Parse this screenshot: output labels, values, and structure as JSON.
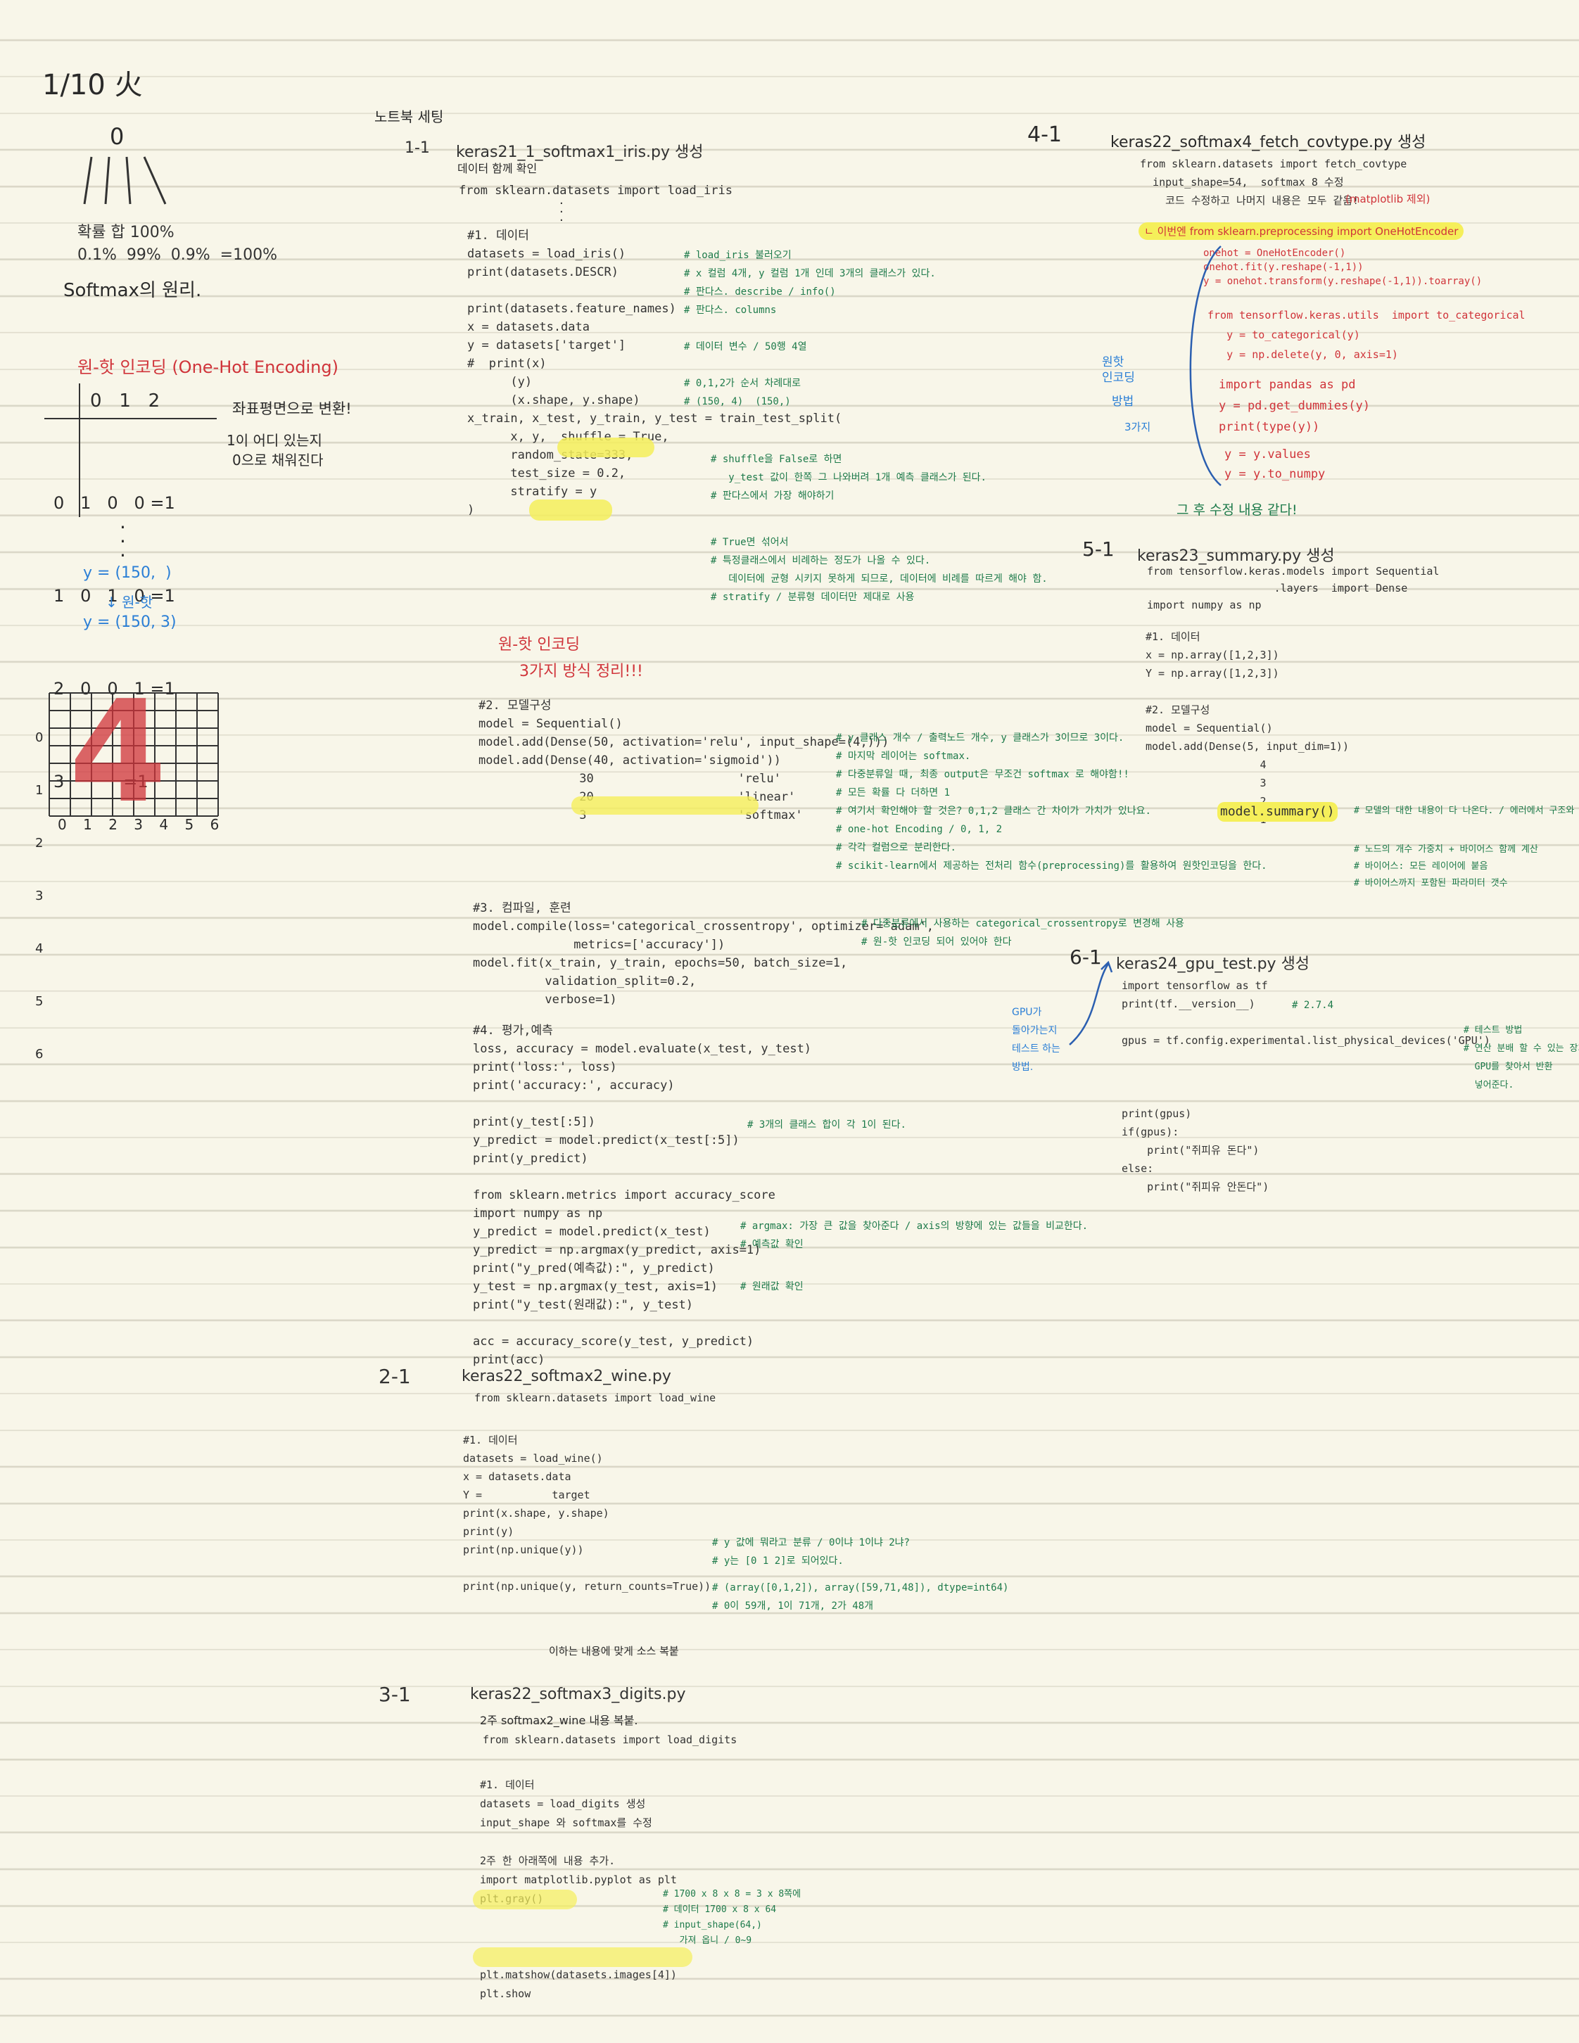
{
  "left": {
    "date": "1/10 火",
    "zero": "0",
    "probs_label": "확률 합 100%",
    "probs": "0.1%  99%  0.9%  =100%",
    "softmax_summary": "Softmax의 원리.",
    "onehot_title": "원-핫 인코딩 (One-Hot Encoding)",
    "onehot_header": "0   1   2",
    "onehot_rows": [
      "0   1   0   0 =1",
      "1   0   1   0 =1",
      "2   0   0   1 =1",
      "3           =1"
    ],
    "onehot_note1": "좌표평면으로 변환!",
    "onehot_note2": "1이 어디 있는지",
    "onehot_note3": "0으로 채워진다",
    "shape_before": "y = (150,  )",
    "shape_arrow": "↓ 원-핫",
    "shape_after": "y = (150, 3)",
    "grid_y_labels": [
      "0",
      "1",
      "2",
      "3",
      "4",
      "5",
      "6"
    ],
    "grid_x_labels": [
      "0",
      "1",
      "2",
      "3",
      "4",
      "5",
      "6"
    ],
    "grid_digit": "4"
  },
  "sections": {
    "header": "노트북 세팅",
    "s1_num": "1-1",
    "s1_title": "keras21_1_softmax1_iris.py 생성",
    "s1_sub": "데이터 함께 확인",
    "s1_import": "from sklearn.datasets import load_iris",
    "s1_code": "#1. 데이터\ndatasets = load_iris()\nprint(datasets.DESCR)\n\nprint(datasets.feature_names)\nx = datasets.data\ny = datasets['target']\n#  print(x)\n      (y)\n      (x.shape, y.shape)\nx_train, x_test, y_train, y_test = train_test_split(\n      x, y,  shuffle = True,\n      random_state=333,\n      test_size = 0.2,\n      stratify = y\n)",
    "s1_cm": "# load_iris 불러오기\n# x 컬럼 4개, y 컬럼 1개 인데 3개의 클래스가 있다.\n# 판다스. describe / info()\n# 판다스. columns\n\n# 데이터 변수 / 50행 4열\n\n# 0,1,2가 순서 차례대로\n# (150, 4)  (150,)",
    "s1_cm2": "# shuffle을 False로 하면\n   y_test 값이 한쪽 그 나와버려 1개 예측 클래스가 된다.\n# 판다스에서 가장 해야하기",
    "s1_cm3": "# True면 섞어서\n# 특정클래스에서 비례하는 정도가 나올 수 있다.\n   데이터에 균형 시키지 못하게 되므로, 데이터에 비례를 따르게 해야 함.\n# stratify / 분류형 데이터만 제대로 사용",
    "onehot_red1": "원-핫 인코딩",
    "onehot_red2": "3가지 방식 정리!!!",
    "s1_model": "#2. 모델구성\nmodel = Sequential()\nmodel.add(Dense(50, activation='relu', input_shape=(4,)))\nmodel.add(Dense(40, activation='sigmoid'))\n              30                    'relu'\n              20                    'linear'\n              3                     'softmax'",
    "s1_model_cm": "# y 클래스 개수 / 출력노드 개수, y 클래스가 3이므로 3이다.\n# 마지막 레이어는 softmax.\n# 다중분류일 때, 최종 output은 무조건 softmax 로 해야함!!\n# 모든 확률 다 더하면 1\n# 여기서 확인해야 할 것은? 0,1,2 클래스 간 차이가 가치가 있나요.\n# one-hot Encoding / 0, 1, 2\n# 각각 컬럼으로 분리한다.\n# scikit-learn에서 제공하는 전처리 함수(preprocessing)를 활용하여 원핫인코딩을 한다.",
    "s1_compile": "#3. 컴파일, 훈련\nmodel.compile(loss='categorical_crossentropy', optimizer='adam',\n              metrics=['accuracy'])\nmodel.fit(x_train, y_train, epochs=50, batch_size=1,\n          validation_split=0.2,\n          verbose=1)",
    "s1_compile_cm": "# 다중분류에서 사용하는 categorical_crossentropy로 변경해 사용\n# 원-핫 인코딩 되어 있어야 한다",
    "s1_eval": "#4. 평가,예측\nloss, accuracy = model.evaluate(x_test, y_test)\nprint('loss:', loss)\nprint('accuracy:', accuracy)\n\nprint(y_test[:5])\ny_predict = model.predict(x_test[:5])\nprint(y_predict)\n\nfrom sklearn.metrics import accuracy_score\nimport numpy as np\ny_predict = model.predict(x_test)\ny_predict = np.argmax(y_predict, axis=1)\nprint(\"y_pred(예측값):\", y_predict)\ny_test = np.argmax(y_test, axis=1)\nprint(\"y_test(원래값):\", y_test)\n\nacc = accuracy_score(y_test, y_predict)\nprint(acc)",
    "s1_eval_cm1": "# 3개의 클래스 합이 각 1이 된다.",
    "s1_eval_cm2": "# argmax: 가장 큰 값을 찾아준다 / axis의 방향에 있는 값들을 비교한다.\n# 예측값 확인",
    "s1_eval_cm3": "# 원래값 확인",
    "s2_num": "2-1",
    "s2_title": "keras22_softmax2_wine.py",
    "s2_import": "from sklearn.datasets import load_wine",
    "s2_code": "#1. 데이터\ndatasets = load_wine()\nx = datasets.data\nY =           target\nprint(x.shape, y.shape)\nprint(y)\nprint(np.unique(y))\n\nprint(np.unique(y, return_counts=True))",
    "s2_cm": "# y 값에 뭐라고 분류 / 0이냐 1이냐 2냐?\n# y는 [0 1 2]로 되어있다.",
    "s2_cm2": "# (array([0,1,2]), array([59,71,48]), dtype=int64)\n# 0이 59개, 1이 71개, 2가 48개",
    "s2_tail": "이하는 내용에 맞게 소스 복붙",
    "s3_num": "3-1",
    "s3_title": "keras22_softmax3_digits.py",
    "s3_sub": "2주 softmax2_wine 내용 복붙.",
    "s3_import": "from sklearn.datasets import load_digits",
    "s3_code": "#1. 데이터\ndatasets = load_digits 생성\ninput_shape 와 softmax를 수정\n\n2주 한 아래쪽에 내용 추가.\nimport matplotlib.pyplot as plt\nplt.gray()\n\n\n\nplt.matshow(datasets.images[4])\nplt.show",
    "s3_cm": "# 1700 x 8 x 8 = 3 x 8쪽에\n# 데이터 1700 x 8 x 64\n# input_shape(64,)\n   가져 옵니 / 0~9",
    "s4_num": "4-1",
    "s4_title": "keras22_softmax4_fetch_covtype.py 생성",
    "s4_code": "from sklearn.datasets import fetch_covtype\n  input_shape=54,  softmax 8 수정\n    코드 수정하고 나머지 내용은 모두 같음!",
    "s4_red": "(matplotlib 제외)",
    "s4_enc": "ㄴ 이번엔 from sklearn.preprocessing import OneHotEncoder",
    "s4_enc_code": "onehot = OneHotEncoder()\nonehot.fit(y.reshape(-1,1))\ny = onehot.transform(y.reshape(-1,1)).toarray()",
    "s4_tf": "from tensorflow.keras.utils  import to_categorical\n   y = to_categorical(y)\n   y = np.delete(y, 0, axis=1)",
    "s4_pd": "import pandas as pd\ny = pd.get_dummies(y)\nprint(type(y))",
    "s4_np": "y = y.values\ny = y.to_numpy",
    "s4_side1": "원핫",
    "s4_side2": "인코딩",
    "s4_side3": "방법",
    "s4_side4": "3가지",
    "s4_conclude": "그 후 수정 내용 같다!",
    "s5_num": "5-1",
    "s5_title": "keras23_summary.py 생성",
    "s5_import": "from tensorflow.keras.models import Sequential\n                    .layers  import Dense\nimport numpy as np",
    "s5_code": "#1. 데이터\nx = np.array([1,2,3])\nY = np.array([1,2,3])\n\n#2. 모델구성\nmodel = Sequential()\nmodel.add(Dense(5, input_dim=1))\n                  4\n                  3\n                  2\n                  1",
    "s5_summary": "model.summary()",
    "s5_cm": "# 모델의 대한 내용이 다 나온다. / 에러에서 구조와 연산량도 보여줌",
    "s5_cm2": "# 노드의 개수 가중치 + 바이어스 함께 계산\n# 바이어스: 모든 레이어에 붙음\n# 바이어스까지 포함된 파라미터 갯수",
    "s6_num": "6-1",
    "s6_title": "keras24_gpu_test.py 생성",
    "s6_code": "import tensorflow as tf\nprint(tf.__version__)\n\ngpus = tf.config.experimental.list_physical_devices('GPU')\n\n\n\nprint(gpus)\nif(gpus):\n    print(\"쥐피유 돈다\")\nelse:\n    print(\"쥐피유 안돈다\")",
    "s6_ver": "# 2.7.4",
    "s6_cm": "# 테스트 방법\n# 연산 분배 할 수 있는 장치\n  GPU를 찾아서 반환\n  넣어준다.",
    "s6_side": "GPU가\n돌아가는지\n테스트 하는\n방법."
  },
  "colors": {
    "highlight": "#f5ef5a",
    "red": "#d0343a",
    "blue": "#2b7fd6",
    "green_comment": "#1d7a4a",
    "paper": "#f8f6e9"
  }
}
